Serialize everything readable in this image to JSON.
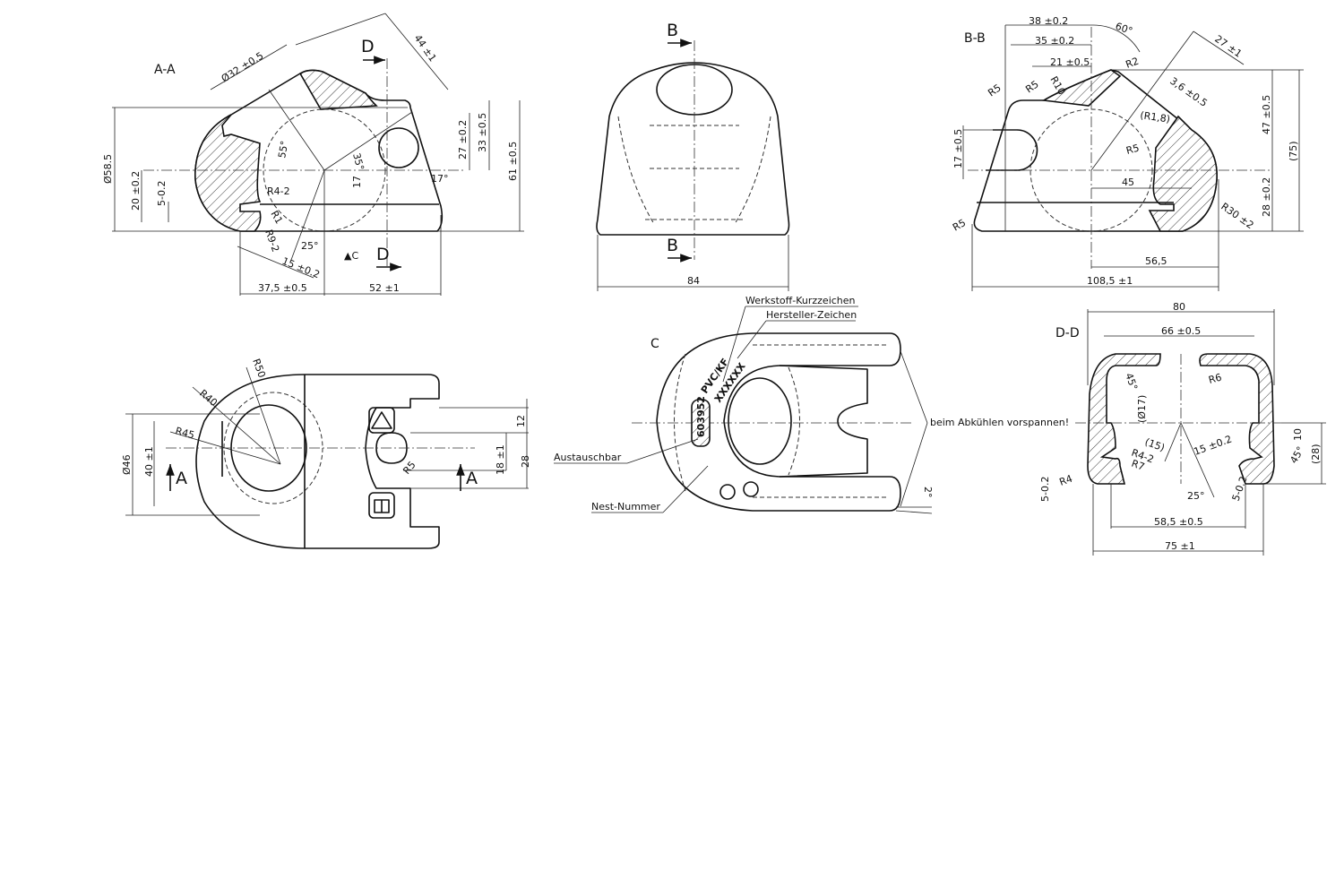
{
  "view_aa": {
    "title": "A-A",
    "dims": {
      "dia32": "Ø32 ±0.5",
      "d44": "44 ±1",
      "dia58": "Ø58.5",
      "d20": "20 ±0.2",
      "d5": "5-0.2",
      "a55": "55°",
      "a35": "35°",
      "d17": "17",
      "a17": "17°",
      "d27": "27 ±0.2",
      "d33": "33 ±0.5",
      "d61": "61 ±0.5",
      "r42": "R4-2",
      "r1": "R1",
      "r92": "R9-2",
      "a25": "25°",
      "d15": "15 ±0.2",
      "d375": "37,5 ±0.5",
      "d52": "52 ±1"
    },
    "section_label": "D",
    "view_marker": "C"
  },
  "view_front": {
    "section_label": "B",
    "width": "84"
  },
  "view_bb": {
    "title": "B-B",
    "dims": {
      "d38": "38 ±0.2",
      "d35": "35 ±0.2",
      "d21": "21 ±0.5",
      "a60": "60°",
      "r2": "R2",
      "r5a": "R5",
      "r5b": "R5",
      "r10": "R10",
      "d27": "27 ±1",
      "d36": "3,6 ±0.5",
      "r18": "(R1,8)",
      "r5c": "R5",
      "d17": "17 ±0.5",
      "d45": "45",
      "r30": "R30 ±2",
      "d47": "47 ±0.5",
      "d75": "(75)",
      "d28": "28 ±0.2",
      "r5d": "R5",
      "d565": "56,5",
      "d1085": "108,5 ±1"
    }
  },
  "view_top": {
    "section_label": "A",
    "dims": {
      "r50": "R50",
      "r40": "R40",
      "r45": "R45",
      "dia46": "Ø46",
      "d40": "40 ±1",
      "d12": "12",
      "d18": "18 ±1",
      "d28": "28",
      "r5": "R5"
    }
  },
  "view_c": {
    "title": "C",
    "callouts": {
      "material": "Werkstoff-Kurzzeichen",
      "manufacturer": "Hersteller-Zeichen",
      "replaceable": "Austauschbar",
      "nest": "Nest-Nummer",
      "preload": "beim Abkühlen vorspannen!"
    },
    "markings": {
      "material_code": "PVC/KF",
      "manufacturer_code": "XXXXXX",
      "part_no": "603952"
    },
    "angle": "2°"
  },
  "view_dd": {
    "title": "D-D",
    "dims": {
      "d80": "80",
      "d66": "66 ±0.5",
      "a45a": "45°",
      "dia17": "(Ø17)",
      "r6": "R6",
      "d15p": "(15)",
      "r42": "R4-2",
      "r7": "R7",
      "d15": "15 ±0.2",
      "r4": "R4",
      "d5a": "5-0.2",
      "a25": "25°",
      "d5b": "5-0.2",
      "d10": "10",
      "a45b": "45°",
      "d28": "(28)",
      "d585": "58,5 ±0.5",
      "d75": "75 ±1"
    }
  }
}
